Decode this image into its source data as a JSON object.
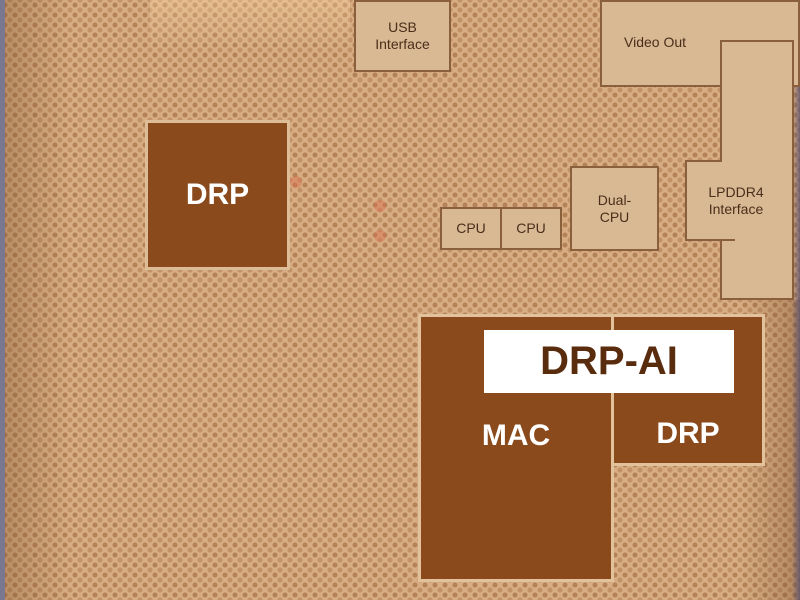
{
  "diagram": {
    "title": "DRP-AI",
    "colors": {
      "die_background": "#d8ad83",
      "light_block_fill": "#d9b994",
      "light_block_border": "#8a5f3c",
      "dark_block_fill": "#8b4a1c",
      "dark_block_text": "#ffffff",
      "banner_fill": "#ffffff",
      "banner_text": "#5a2c0e"
    },
    "blocks": {
      "usb": {
        "label": "USB\nInterface",
        "line1": "USB",
        "line2": "Interface"
      },
      "video_out": {
        "label": "Video Out"
      },
      "lpddr4": {
        "label": "LPDDR4\nInterface",
        "line1": "LPDDR4",
        "line2": "Interface"
      },
      "cpu_1": {
        "label": "CPU"
      },
      "cpu_2": {
        "label": "CPU"
      },
      "dual_cpu": {
        "label": "Dual-\nCPU",
        "line1": "Dual-",
        "line2": "CPU"
      },
      "drp_standalone": {
        "label": "DRP"
      },
      "drp_ai_mac": {
        "label": "MAC"
      },
      "drp_ai_drp": {
        "label": "DRP"
      }
    },
    "banner": {
      "label": "DRP-AI"
    }
  }
}
